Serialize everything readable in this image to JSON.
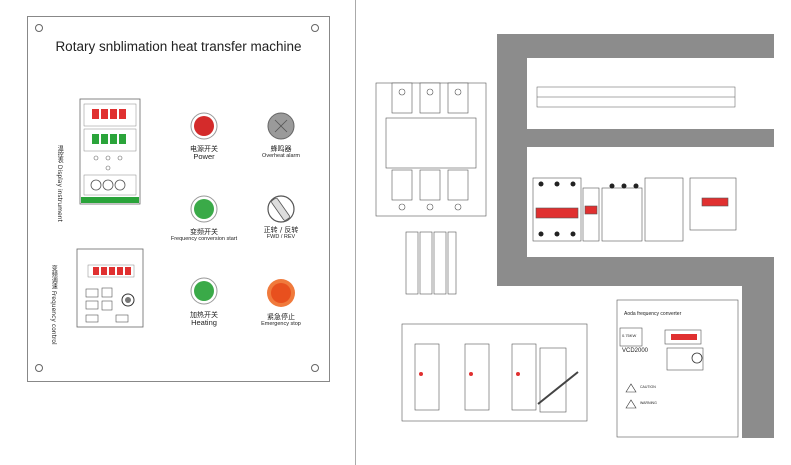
{
  "panel": {
    "title": "Rotary snblimation heat transfer machine",
    "display_label_zh": "温控表",
    "display_label_en": "Display instrument",
    "freq_label_zh": "变频调速",
    "freq_label_en": "Frequency control",
    "power": {
      "zh": "电源开关",
      "en": "Power",
      "color": "#d42b2b"
    },
    "alarm": {
      "zh": "蜂鸣器",
      "en": "Overheat alarm",
      "color": "#8a8a8a"
    },
    "freq_start": {
      "zh": "变频开关",
      "en": "Frequency conversion start",
      "color": "#3aaa48"
    },
    "fwd_rev": {
      "zh": "正转 / 反转",
      "en": "FWD / REV"
    },
    "heating": {
      "zh": "加热开关",
      "en": "Heating",
      "color": "#3aaa48"
    },
    "estop": {
      "zh": "紧急停止",
      "en": "Emergency stop",
      "color": "#e8501e"
    }
  },
  "devices": {
    "inverter_title": "Aoda frequency converter",
    "inverter_model": "VCD2000",
    "inverter_rating": "0.75KW",
    "caution_label": "CAUTION",
    "warning_label": "WARNING"
  },
  "colors": {
    "rail": "#8c8c8c",
    "led_red": "#e03030",
    "led_green": "#2aa43a"
  }
}
